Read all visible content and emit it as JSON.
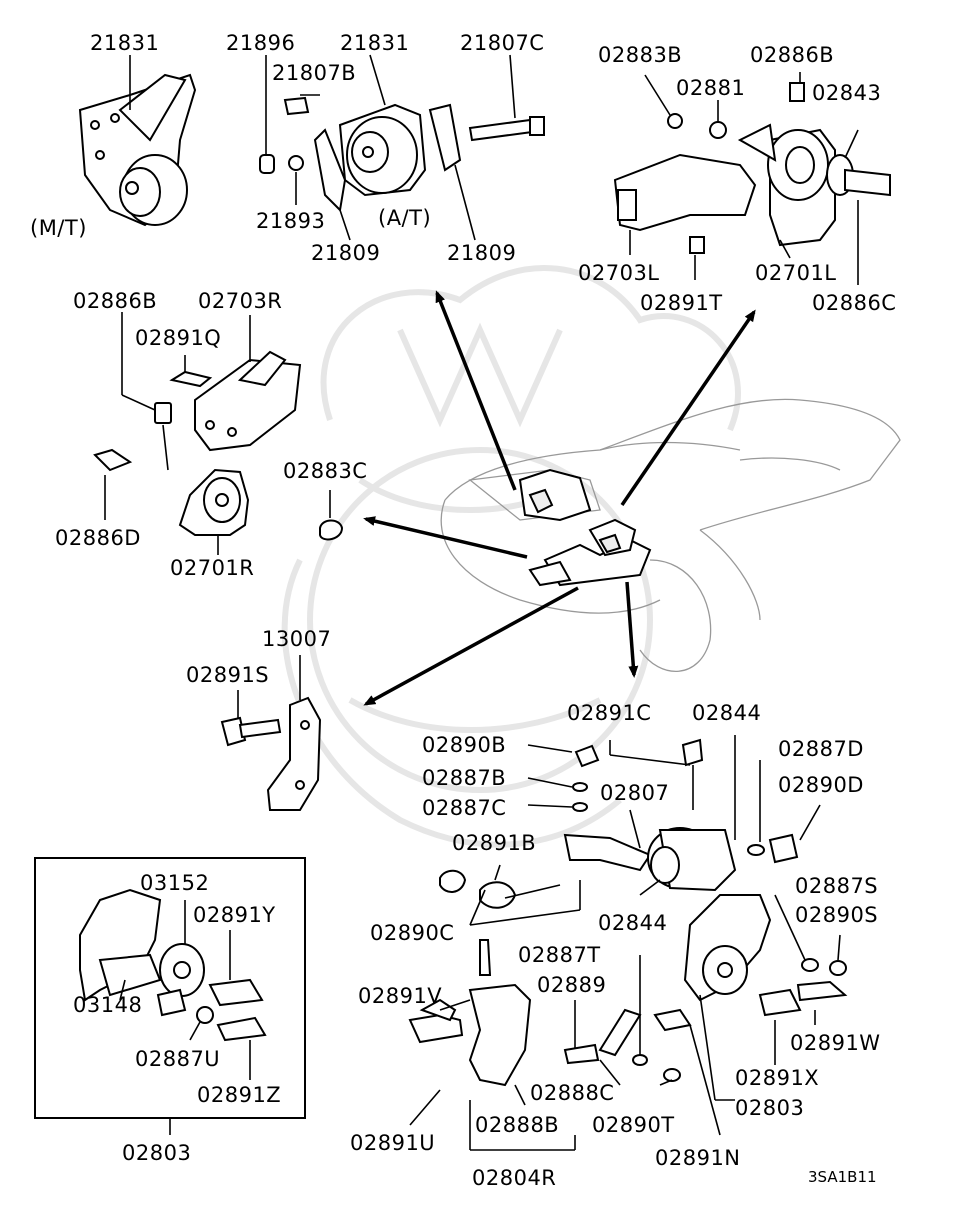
{
  "diagram": {
    "code": "3SA1B11",
    "labels": {
      "l21831a": "21831",
      "mt": "(M/T)",
      "l21896": "21896",
      "l21831b": "21831",
      "l21807c": "21807C",
      "l21807b": "21807B",
      "l21893": "21893",
      "at": "(A/T)",
      "l21809a": "21809",
      "l21809b": "21809",
      "l02883b": "02883B",
      "l02886b_top": "02886B",
      "l02881": "02881",
      "l02843": "02843",
      "l02703l": "02703L",
      "l02701l": "02701L",
      "l02891t": "02891T",
      "l02886c": "02886C",
      "l02886b_mid": "02886B",
      "l02703r": "02703R",
      "l02891q": "02891Q",
      "l02883c": "02883C",
      "l02886d": "02886D",
      "l02701r": "02701R",
      "l13007": "13007",
      "l02891s": "02891S",
      "l02891c": "02891C",
      "l02844a": "02844",
      "l02890b": "02890B",
      "l02887d": "02887D",
      "l02887b": "02887B",
      "l02890d": "02890D",
      "l02887c": "02887C",
      "l02807": "02807",
      "l02891b": "02891B",
      "l02887s": "02887S",
      "l02890s": "02890S",
      "l02890c": "02890C",
      "l02844b": "02844",
      "l03152": "03152",
      "l02891y": "02891Y",
      "l03148": "03148",
      "l02887u": "02887U",
      "l02891z": "02891Z",
      "l02803_box": "02803",
      "l02887t": "02887T",
      "l02889": "02889",
      "l02891v": "02891V",
      "l02891w": "02891W",
      "l02891x": "02891X",
      "l02803b": "02803",
      "l02888c": "02888C",
      "l02891u": "02891U",
      "l02888b": "02888B",
      "l02890t": "02890T",
      "l02891n": "02891N",
      "l02804r": "02804R"
    }
  }
}
